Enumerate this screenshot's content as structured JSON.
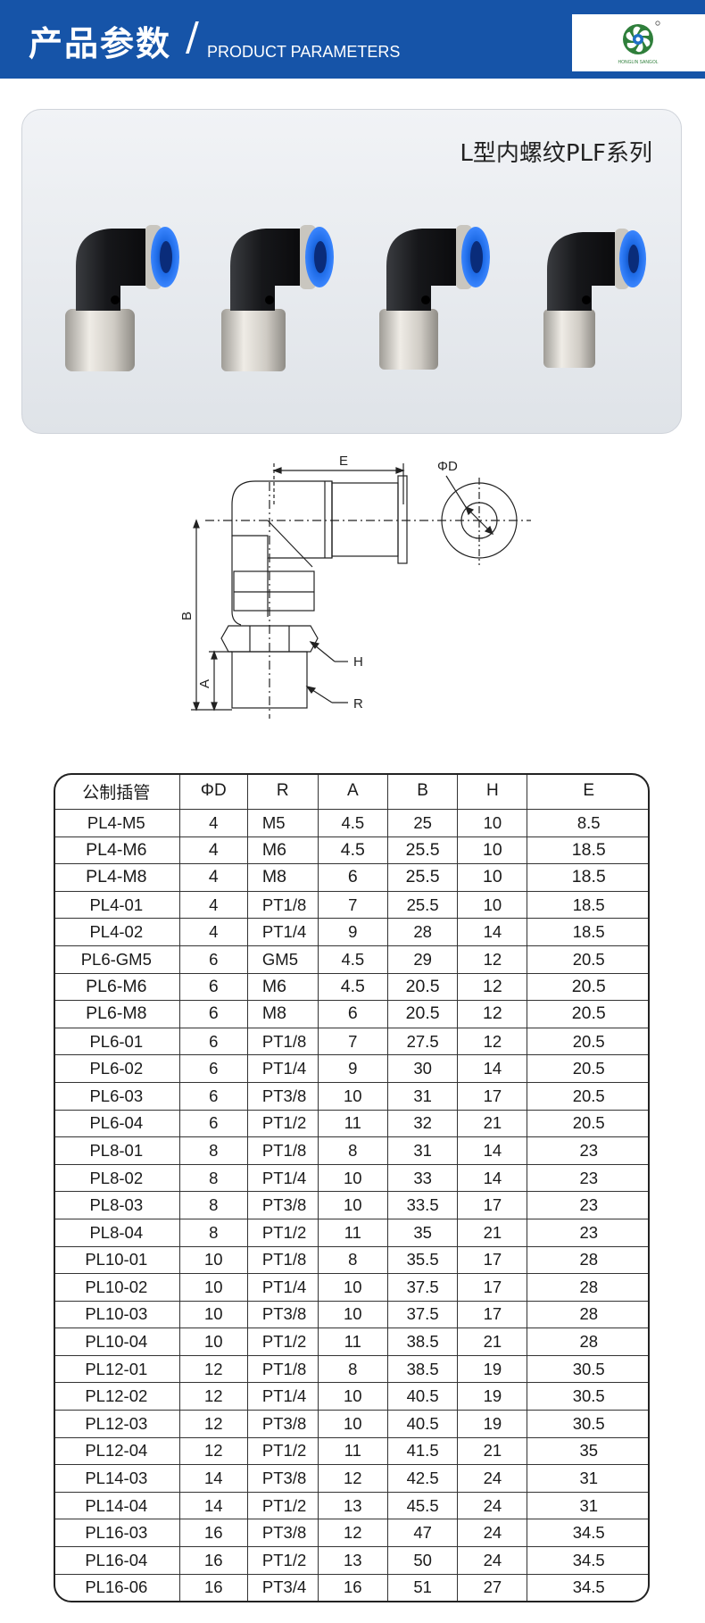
{
  "header": {
    "title_cn": "产品参数",
    "slash": "/",
    "title_en": "PRODUCT PARAMETERS",
    "logo_icon": "pinwheel-logo-icon",
    "logo_text": "HONGLIN  SANGOL"
  },
  "product_photo": {
    "series_title": "L型内螺纹PLF系列",
    "items": [
      "fitting-1",
      "fitting-2",
      "fitting-3",
      "fitting-4"
    ],
    "colors": {
      "body": "#1c1d20",
      "collet": "#1e6be6",
      "thread": "#c9c6bf"
    }
  },
  "diagram": {
    "labels": {
      "E": "E",
      "OD": "ΦD",
      "B": "B",
      "A": "A",
      "H": "H",
      "R": "R"
    }
  },
  "table": {
    "headers": [
      "公制插管",
      "ΦD",
      "R",
      "A",
      "B",
      "H",
      "E"
    ],
    "rows": [
      [
        "PL4-M5",
        "4",
        "M5",
        "4.5",
        "25",
        "10",
        "8.5"
      ],
      [
        "PL4-M6",
        "4",
        "M6",
        "4.5",
        "25.5",
        "10",
        "18.5"
      ],
      [
        "PL4-M8",
        "4",
        "M8",
        "6",
        "25.5",
        "10",
        "18.5"
      ],
      [
        "PL4-01",
        "4",
        "PT1/8",
        "7",
        "25.5",
        "10",
        "18.5"
      ],
      [
        "PL4-02",
        "4",
        "PT1/4",
        "9",
        "28",
        "14",
        "18.5"
      ],
      [
        "PL6-GM5",
        "6",
        "GM5",
        "4.5",
        "29",
        "12",
        "20.5"
      ],
      [
        "PL6-M6",
        "6",
        "M6",
        "4.5",
        "20.5",
        "12",
        "20.5"
      ],
      [
        "PL6-M8",
        "6",
        "M8",
        "6",
        "20.5",
        "12",
        "20.5"
      ],
      [
        "PL6-01",
        "6",
        "PT1/8",
        "7",
        "27.5",
        "12",
        "20.5"
      ],
      [
        "PL6-02",
        "6",
        "PT1/4",
        "9",
        "30",
        "14",
        "20.5"
      ],
      [
        "PL6-03",
        "6",
        "PT3/8",
        "10",
        "31",
        "17",
        "20.5"
      ],
      [
        "PL6-04",
        "6",
        "PT1/2",
        "11",
        "32",
        "21",
        "20.5"
      ],
      [
        "PL8-01",
        "8",
        "PT1/8",
        "8",
        "31",
        "14",
        "23"
      ],
      [
        "PL8-02",
        "8",
        "PT1/4",
        "10",
        "33",
        "14",
        "23"
      ],
      [
        "PL8-03",
        "8",
        "PT3/8",
        "10",
        "33.5",
        "17",
        "23"
      ],
      [
        "PL8-04",
        "8",
        "PT1/2",
        "11",
        "35",
        "21",
        "23"
      ],
      [
        "PL10-01",
        "10",
        "PT1/8",
        "8",
        "35.5",
        "17",
        "28"
      ],
      [
        "PL10-02",
        "10",
        "PT1/4",
        "10",
        "37.5",
        "17",
        "28"
      ],
      [
        "PL10-03",
        "10",
        "PT3/8",
        "10",
        "37.5",
        "17",
        "28"
      ],
      [
        "PL10-04",
        "10",
        "PT1/2",
        "11",
        "38.5",
        "21",
        "28"
      ],
      [
        "PL12-01",
        "12",
        "PT1/8",
        "8",
        "38.5",
        "19",
        "30.5"
      ],
      [
        "PL12-02",
        "12",
        "PT1/4",
        "10",
        "40.5",
        "19",
        "30.5"
      ],
      [
        "PL12-03",
        "12",
        "PT3/8",
        "10",
        "40.5",
        "19",
        "30.5"
      ],
      [
        "PL12-04",
        "12",
        "PT1/2",
        "11",
        "41.5",
        "21",
        "35"
      ],
      [
        "PL14-03",
        "14",
        "PT3/8",
        "12",
        "42.5",
        "24",
        "31"
      ],
      [
        "PL14-04",
        "14",
        "PT1/2",
        "13",
        "45.5",
        "24",
        "31"
      ],
      [
        "PL16-03",
        "16",
        "PT3/8",
        "12",
        "47",
        "24",
        "34.5"
      ],
      [
        "PL16-04",
        "16",
        "PT1/2",
        "13",
        "50",
        "24",
        "34.5"
      ],
      [
        "PL16-06",
        "16",
        "PT3/4",
        "16",
        "51",
        "27",
        "34.5"
      ]
    ],
    "bold_rows": [
      1,
      2,
      6,
      7
    ]
  }
}
